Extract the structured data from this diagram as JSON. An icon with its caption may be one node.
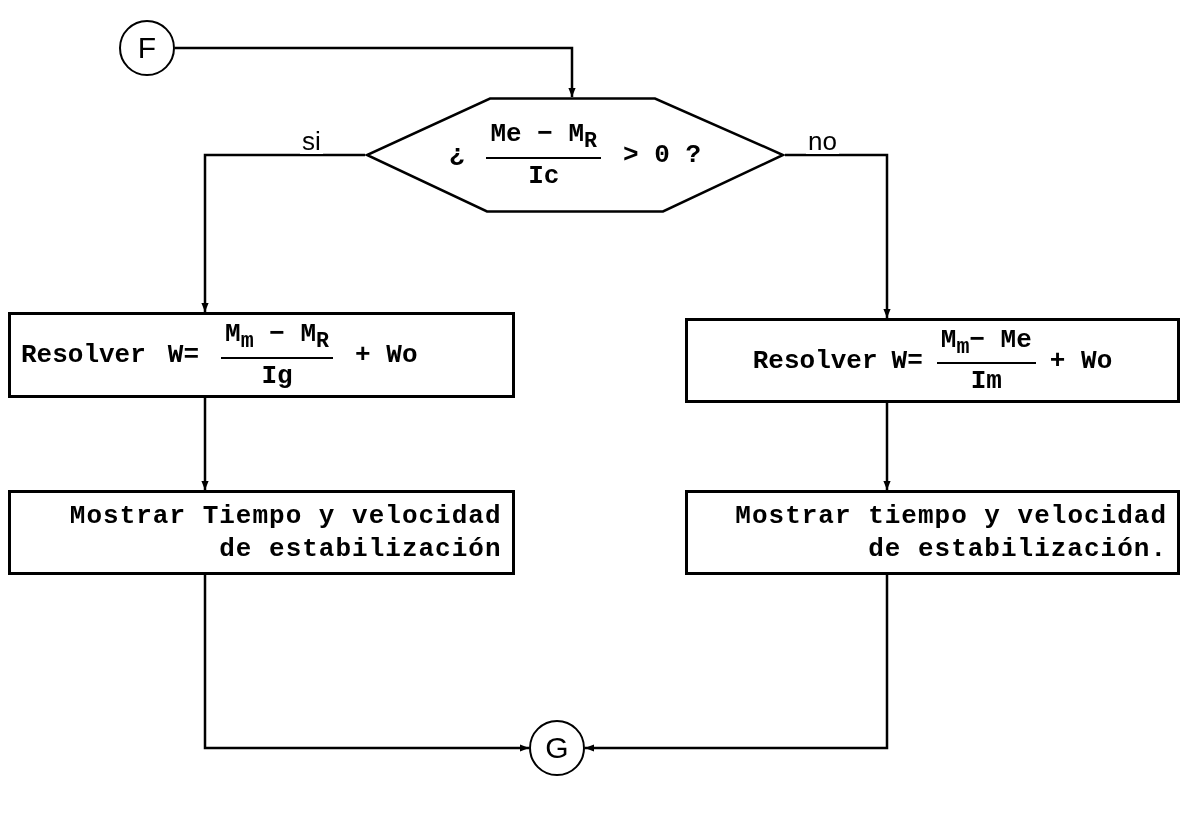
{
  "diagram": {
    "nodes": [
      {
        "text": [
          "F"
        ]
      },
      {
        "text": [
          "¿",
          "Me − M$_{R}$",
          "Ic",
          "> 0 ?"
        ]
      },
      {
        "text": [
          "Resolver",
          "W=",
          "M$_{m}$ − M$_{R}$",
          "Ig",
          "+ Wo"
        ]
      },
      {
        "text": [
          "Resolver",
          "W=",
          "M$_{m}$− Me",
          "Im",
          "+ Wo"
        ]
      },
      {
        "text": [
          "Mostrar Tiempo y velocidad de estabilización"
        ]
      },
      {
        "text": [
          "Mostrar tiempo y velocidad de estabilización."
        ]
      },
      {
        "text": [
          "G"
        ]
      }
    ],
    "edges": [
      {
        "from": 0,
        "to": 1,
        "arrow": "to"
      },
      {
        "from": 1,
        "to": 2,
        "arrow": "to",
        "label": "si"
      },
      {
        "from": 1,
        "to": 3,
        "arrow": "to",
        "label": "no"
      },
      {
        "from": 2,
        "to": 4,
        "arrow": "to"
      },
      {
        "from": 3,
        "to": 5,
        "arrow": "to"
      },
      {
        "from": 4,
        "to": 6,
        "arrow": "to"
      },
      {
        "from": 5,
        "to": 6,
        "arrow": "to"
      }
    ]
  }
}
